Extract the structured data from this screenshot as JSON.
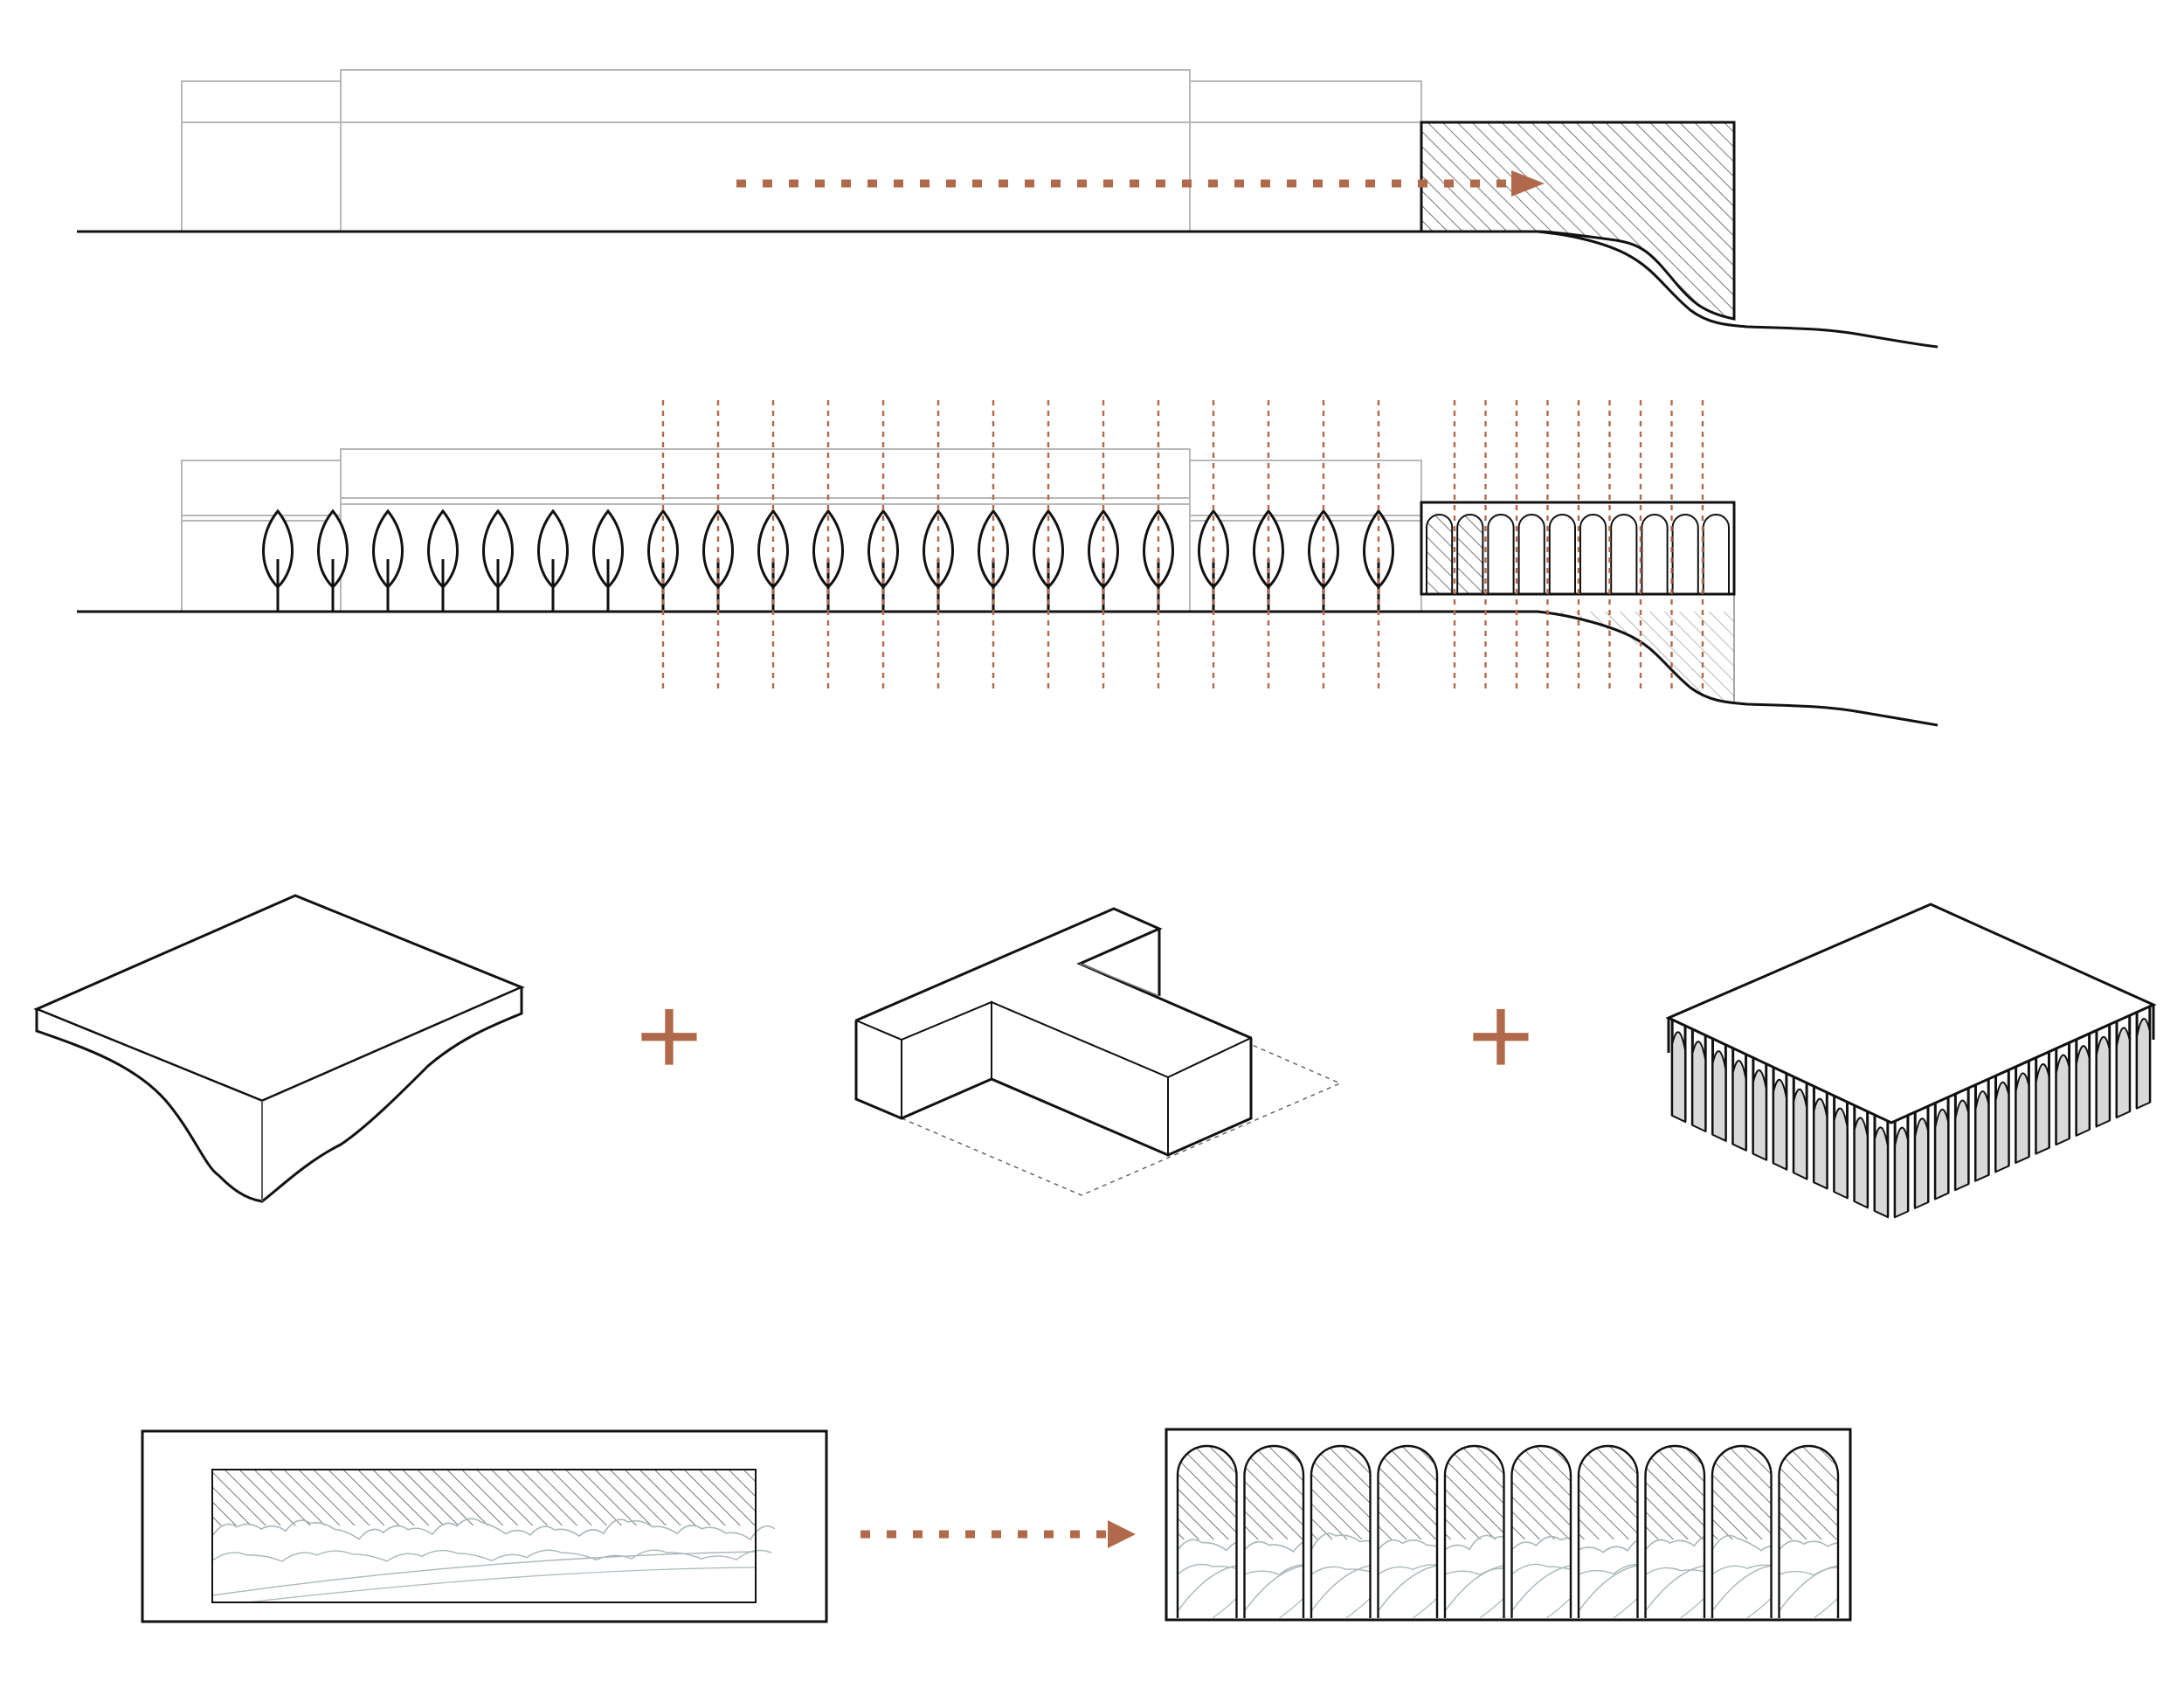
{
  "diagram": {
    "description_labels": [],
    "colors": {
      "accent": "#B0694A",
      "line": "#111111",
      "light_line": "#B8B8B8",
      "landscape_line": "#A9B8BC",
      "background": "#FFFFFF"
    },
    "panels": [
      {
        "id": "section-existing",
        "name": "section-existing"
      },
      {
        "id": "section-proposed",
        "name": "section-proposed"
      },
      {
        "id": "axonometric-sequence",
        "name": "axonometric-sequence"
      },
      {
        "id": "view-frame-sequence",
        "name": "view-frame-sequence"
      }
    ],
    "axonometric_parts": [
      "terrain-slab",
      "t-shaped-volume",
      "arcade-roof"
    ],
    "operators": [
      "+",
      "+"
    ],
    "arcade": {
      "section_arches": 10,
      "frame_arches": 10
    },
    "trees": 21
  }
}
